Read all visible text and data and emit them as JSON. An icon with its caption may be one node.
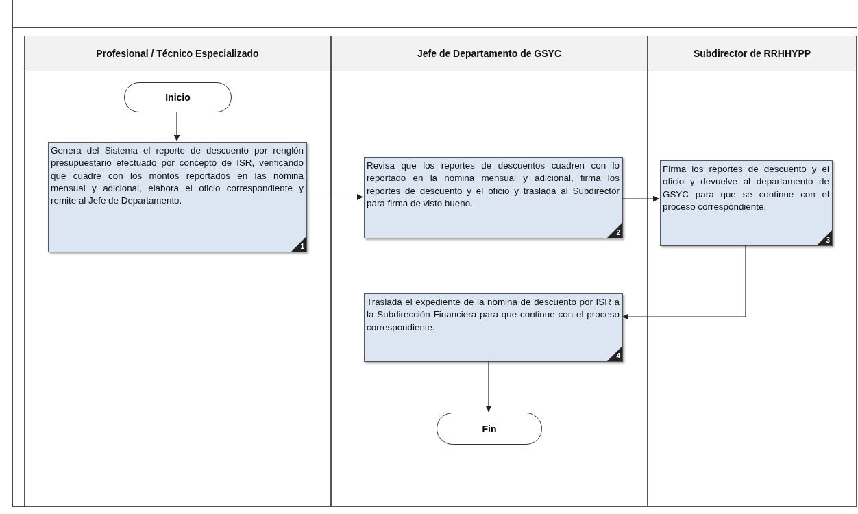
{
  "diagram": {
    "nodes": [
      {
        "text": [
          "Profesional / Técnico Especializado"
        ]
      },
      {
        "text": [
          "Jefe de Departamento de GSYC"
        ]
      },
      {
        "text": [
          "Subdirector de RRHHYPP"
        ]
      },
      {
        "text": [
          "Inicio"
        ],
        "in": 0
      },
      {
        "text": [
          "Genera del Sistema el reporte de descuento por renglón presupuestario efectuado por concepto de ISR, verificando que cuadre con los montos reportados en las nómina mensual y adicional, elabora el oficio correspondiente y remite al Jefe de Departamento.",
          "1"
        ],
        "in": 0
      },
      {
        "text": [
          "Revisa que los reportes de descuentos cuadren con lo reportado en la nómina mensual y adicional, firma los reportes de descuento y el oficio y traslada al Subdirector para firma de visto bueno.",
          "2"
        ],
        "in": 1
      },
      {
        "text": [
          "Firma los reportes de descuento y el oficio y devuelve al departamento de GSYC para que se continue con el proceso correspondiente.",
          "3"
        ],
        "in": 2
      },
      {
        "text": [
          "Traslada el expediente de la nómina de descuento por ISR a la Subdirección Financiera para que continue con el proceso correspondiente.",
          "4"
        ],
        "in": 1
      },
      {
        "text": [
          "Fin"
        ],
        "in": 1
      }
    ],
    "edges": [
      {
        "from": 3,
        "to": 4,
        "arrow": "to"
      },
      {
        "from": 4,
        "to": 5,
        "arrow": "to"
      },
      {
        "from": 5,
        "to": 6,
        "arrow": "to"
      },
      {
        "from": 6,
        "to": 7,
        "arrow": "to"
      },
      {
        "from": 7,
        "to": 8,
        "arrow": "to"
      }
    ]
  }
}
